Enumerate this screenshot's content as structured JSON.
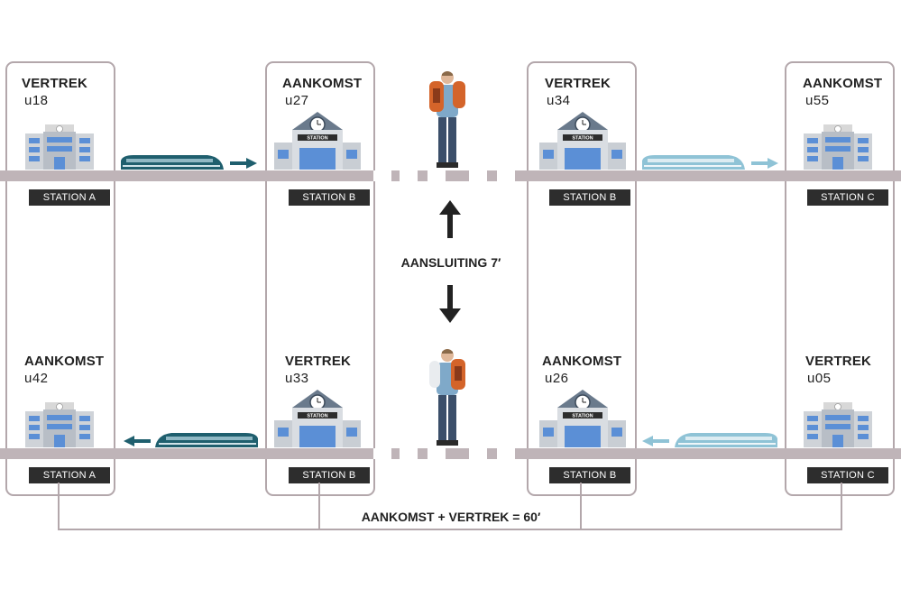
{
  "top_row": {
    "panels": [
      {
        "label": "VERTREK",
        "time": "u18",
        "station": "STATION A"
      },
      {
        "label": "AANKOMST",
        "time": "u27",
        "station": "STATION B"
      },
      {
        "label": "VERTREK",
        "time": "u34",
        "station": "STATION B"
      },
      {
        "label": "AANKOMST",
        "time": "u55",
        "station": "STATION C"
      }
    ]
  },
  "bottom_row": {
    "panels": [
      {
        "label": "AANKOMST",
        "time": "u42",
        "station": "STATION A"
      },
      {
        "label": "VERTREK",
        "time": "u33",
        "station": "STATION B"
      },
      {
        "label": "AANKOMST",
        "time": "u26",
        "station": "STATION B"
      },
      {
        "label": "VERTREK",
        "time": "u05",
        "station": "STATION C"
      }
    ]
  },
  "station_sign": "STATION",
  "connection_label": "AANSLUITING 7′",
  "sum_label": "AANKOMST + VERTREK = 60′",
  "colors": {
    "frame": "#b3a7ab",
    "train_dark": "#1f5f6e",
    "train_light": "#8fc3d6",
    "building_blue": "#5b8fd6"
  }
}
